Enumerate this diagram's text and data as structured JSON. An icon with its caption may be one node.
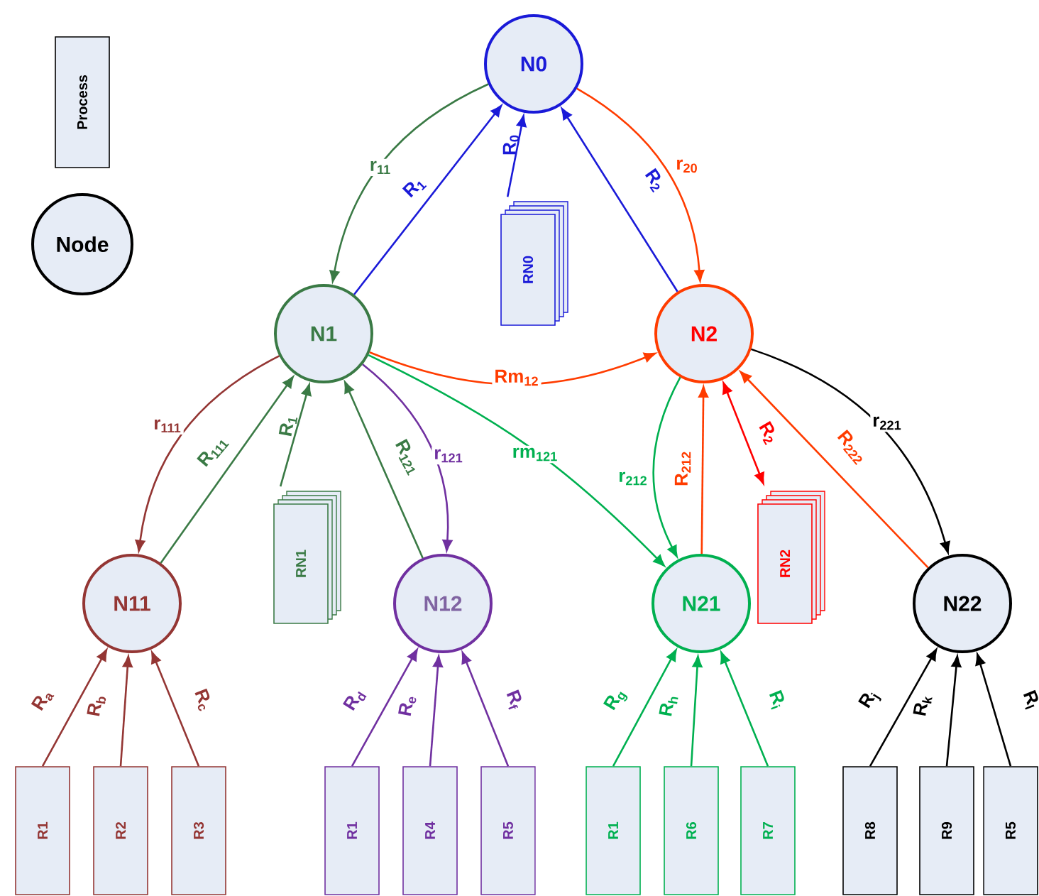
{
  "diagram": {
    "nodes": [
      {
        "text": [
          "Process"
        ]
      },
      {
        "text": [
          "Node"
        ]
      },
      {
        "text": [
          "N0"
        ]
      },
      {
        "text": [
          "RN0"
        ]
      },
      {
        "text": [
          "N1"
        ]
      },
      {
        "text": [
          "N2"
        ]
      },
      {
        "text": [
          "RN1"
        ]
      },
      {
        "text": [
          "RN2"
        ]
      },
      {
        "text": [
          "N11"
        ]
      },
      {
        "text": [
          "N12"
        ]
      },
      {
        "text": [
          "N21"
        ]
      },
      {
        "text": [
          "N22"
        ]
      },
      {
        "text": [
          "R1"
        ]
      },
      {
        "text": [
          "R2"
        ]
      },
      {
        "text": [
          "R3"
        ]
      },
      {
        "text": [
          "R1"
        ]
      },
      {
        "text": [
          "R4"
        ]
      },
      {
        "text": [
          "R5"
        ]
      },
      {
        "text": [
          "R1"
        ]
      },
      {
        "text": [
          "R6"
        ]
      },
      {
        "text": [
          "R7"
        ]
      },
      {
        "text": [
          "R8"
        ]
      },
      {
        "text": [
          "R9"
        ]
      },
      {
        "text": [
          "R5"
        ]
      }
    ],
    "edges": [
      {
        "from": 2,
        "to": 4,
        "arrow": "to",
        "label": "r$_{11}$",
        "color": "#3a7a45"
      },
      {
        "from": 4,
        "to": 2,
        "arrow": "to",
        "label": "R$_{1}$",
        "color": "#1a1ad8"
      },
      {
        "from": 3,
        "to": 2,
        "arrow": "to",
        "label": "R$_{0}$",
        "color": "#1a1ad8"
      },
      {
        "from": 5,
        "to": 2,
        "arrow": "to",
        "label": "R$_{2}$",
        "color": "#1a1ad8"
      },
      {
        "from": 2,
        "to": 5,
        "arrow": "to",
        "label": "r$_{20}$",
        "color": "#ff3c00"
      },
      {
        "from": 4,
        "to": 5,
        "arrow": "to",
        "label": "Rm$_{12}$",
        "color": "#ff3c00"
      },
      {
        "from": 4,
        "to": 8,
        "arrow": "to",
        "label": "r$_{111}$",
        "color": "#943634"
      },
      {
        "from": 8,
        "to": 4,
        "arrow": "to",
        "label": "R$_{111}$",
        "color": "#3a7a45"
      },
      {
        "from": 6,
        "to": 4,
        "arrow": "to",
        "label": "R$_{1}$",
        "color": "#3a7a45"
      },
      {
        "from": 9,
        "to": 4,
        "arrow": "to",
        "label": "R$_{121}$",
        "color": "#3a7a45"
      },
      {
        "from": 4,
        "to": 9,
        "arrow": "to",
        "label": "r$_{121}$",
        "color": "#7030a0"
      },
      {
        "from": 4,
        "to": 10,
        "arrow": "to",
        "label": "rm$_{121}$",
        "color": "#00b050"
      },
      {
        "from": 5,
        "to": 10,
        "arrow": "to",
        "label": "r$_{212}$",
        "color": "#00b050"
      },
      {
        "from": 10,
        "to": 5,
        "arrow": "to",
        "label": "R$_{212}$",
        "color": "#ff3c00"
      },
      {
        "from": 7,
        "to": 5,
        "arrow": "both",
        "label": "R$_{2}$",
        "color": "#ff0000"
      },
      {
        "from": 11,
        "to": 5,
        "arrow": "to",
        "label": "R$_{222}$",
        "color": "#ff3c00"
      },
      {
        "from": 5,
        "to": 11,
        "arrow": "to",
        "label": "r$_{221}$",
        "color": "#000000"
      },
      {
        "from": 12,
        "to": 8,
        "arrow": "to",
        "label": "R$_{a}$",
        "color": "#943634"
      },
      {
        "from": 13,
        "to": 8,
        "arrow": "to",
        "label": "R$_{b}$",
        "color": "#943634"
      },
      {
        "from": 14,
        "to": 8,
        "arrow": "to",
        "label": "R$_{c}$",
        "color": "#943634"
      },
      {
        "from": 15,
        "to": 9,
        "arrow": "to",
        "label": "R$_{d}$",
        "color": "#7030a0"
      },
      {
        "from": 16,
        "to": 9,
        "arrow": "to",
        "label": "R$_{e}$",
        "color": "#7030a0"
      },
      {
        "from": 17,
        "to": 9,
        "arrow": "to",
        "label": "R$_{f}$",
        "color": "#7030a0"
      },
      {
        "from": 18,
        "to": 10,
        "arrow": "to",
        "label": "R$_{g}$",
        "color": "#00b050"
      },
      {
        "from": 19,
        "to": 10,
        "arrow": "to",
        "label": "R$_{h}$",
        "color": "#00b050"
      },
      {
        "from": 20,
        "to": 10,
        "arrow": "to",
        "label": "R$_{i}$",
        "color": "#00b050"
      },
      {
        "from": 21,
        "to": 11,
        "arrow": "to",
        "label": "R$_{j}$",
        "color": "#000000"
      },
      {
        "from": 22,
        "to": 11,
        "arrow": "to",
        "label": "R$_{k}$",
        "color": "#000000"
      },
      {
        "from": 23,
        "to": 11,
        "arrow": "to",
        "label": "R$_{l}$",
        "color": "#000000"
      }
    ]
  }
}
